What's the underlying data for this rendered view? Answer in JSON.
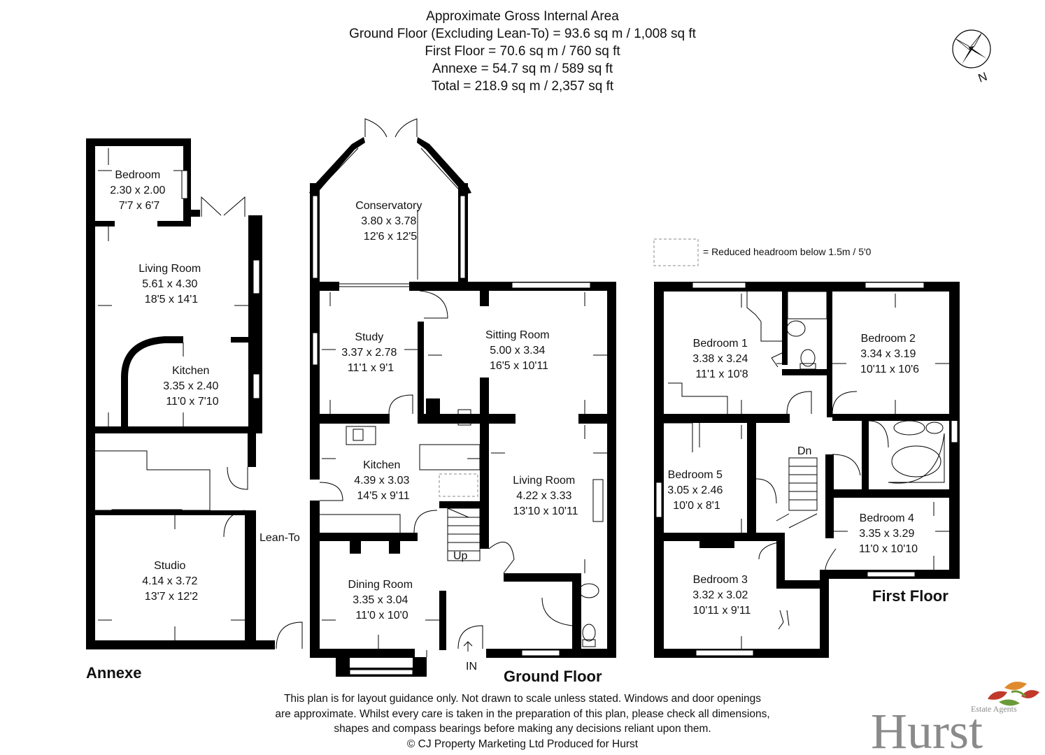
{
  "header": {
    "lines": [
      "Approximate Gross Internal Area",
      "Ground Floor (Excluding Lean-To) = 93.6 sq m / 1,008 sq ft",
      "First Floor = 70.6 sq m / 760 sq ft",
      "Annexe = 54.7 sq m / 589 sq ft",
      "Total = 218.9 sq m / 2,357 sq ft"
    ]
  },
  "compass": {
    "label": "N"
  },
  "legend": {
    "text": "= Reduced headroom below 1.5m / 5'0"
  },
  "floors": {
    "annexe": "Annexe",
    "ground": "Ground Floor",
    "first": "First Floor"
  },
  "rooms": {
    "annexe_bedroom": [
      "Bedroom",
      "2.30 x 2.00",
      "7'7 x 6'7"
    ],
    "annexe_living": [
      "Living Room",
      "5.61 x 4.30",
      "18'5 x 14'1"
    ],
    "annexe_kitchen": [
      "Kitchen",
      "3.35 x 2.40",
      "11'0 x 7'10"
    ],
    "annexe_studio": [
      "Studio",
      "4.14 x 3.72",
      "13'7 x 12'2"
    ],
    "conservatory": [
      "Conservatory",
      "3.80 x 3.78",
      "12'6 x 12'5"
    ],
    "study": [
      "Study",
      "3.37 x 2.78",
      "11'1 x 9'1"
    ],
    "sitting": [
      "Sitting Room",
      "5.00 x 3.34",
      "16'5 x 10'11"
    ],
    "kitchen": [
      "Kitchen",
      "4.39 x 3.03",
      "14'5 x 9'11"
    ],
    "living": [
      "Living Room",
      "4.22 x 3.33",
      "13'10 x 10'11"
    ],
    "dining": [
      "Dining Room",
      "3.35 x 3.04",
      "11'0 x 10'0"
    ],
    "bed1": [
      "Bedroom 1",
      "3.38 x 3.24",
      "11'1 x 10'8"
    ],
    "bed2": [
      "Bedroom 2",
      "3.34 x 3.19",
      "10'11 x 10'6"
    ],
    "bed5": [
      "Bedroom 5",
      "3.05 x 2.46",
      "10'0 x 8'1"
    ],
    "bed4": [
      "Bedroom 4",
      "3.35 x 3.29",
      "11'0 x 10'10"
    ],
    "bed3": [
      "Bedroom 3",
      "3.32 x 3.02",
      "10'11 x 9'11"
    ]
  },
  "labels": {
    "lean_to": "Lean-To",
    "up": "Up",
    "dn": "Dn",
    "in": "IN"
  },
  "disclaimer": [
    "This plan is for layout guidance only. Not drawn to scale unless stated. Windows and door openings",
    "are approximate. Whilst every care is taken in the preparation of this plan, please check all dimensions,",
    "shapes and compass bearings before making any decisions reliant upon them.",
    "© CJ Property Marketing Ltd  Produced for Hurst"
  ],
  "brand": {
    "tagline": "Estate Agents",
    "name": "Hurst"
  },
  "colors": {
    "wall": "#000000",
    "brand_grey": "#8a8a8a",
    "leaf_red": "#c0392b",
    "leaf_green": "#6b9a3a",
    "leaf_orange": "#e08a2e"
  }
}
